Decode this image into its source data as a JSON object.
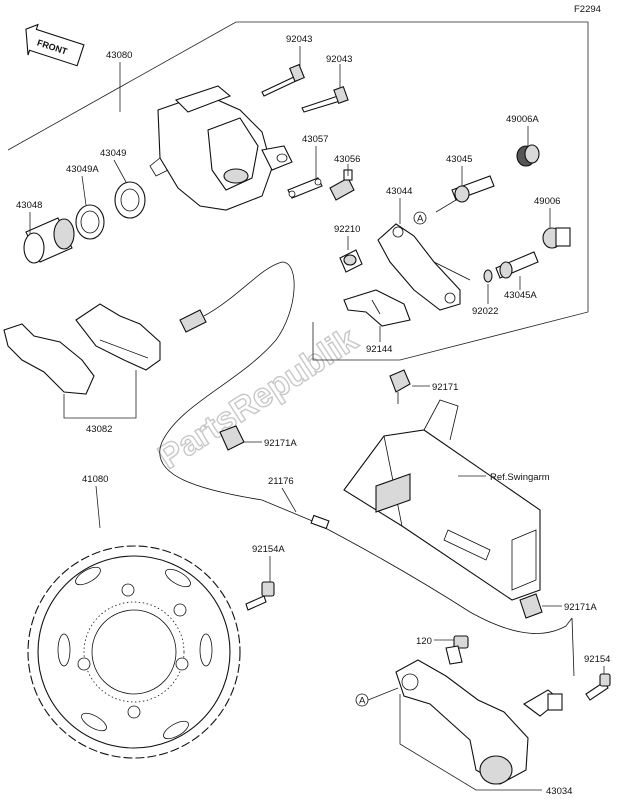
{
  "figure_code": "F2294",
  "front_label": "FRONT",
  "watermark": "PartsRepublik",
  "ref_note": "Ref.Swingarm",
  "callout_letter": "A",
  "parts": {
    "p43080": "43080",
    "p92043a": "92043",
    "p92043b": "92043",
    "p43057": "43057",
    "p43056": "43056",
    "p43045": "43045",
    "p49006A": "49006A",
    "p43049": "43049",
    "p43049A": "43049A",
    "p43048": "43048",
    "p43044": "43044",
    "p92210": "92210",
    "p49006": "49006",
    "p43045A": "43045A",
    "p92022": "92022",
    "p92144": "92144",
    "p92171": "92171",
    "p43082": "43082",
    "p92171A_top": "92171A",
    "p21176": "21176",
    "p41080": "41080",
    "p92154A": "92154A",
    "p92171A_bottom": "92171A",
    "p120": "120",
    "p92154": "92154",
    "p43034": "43034"
  }
}
